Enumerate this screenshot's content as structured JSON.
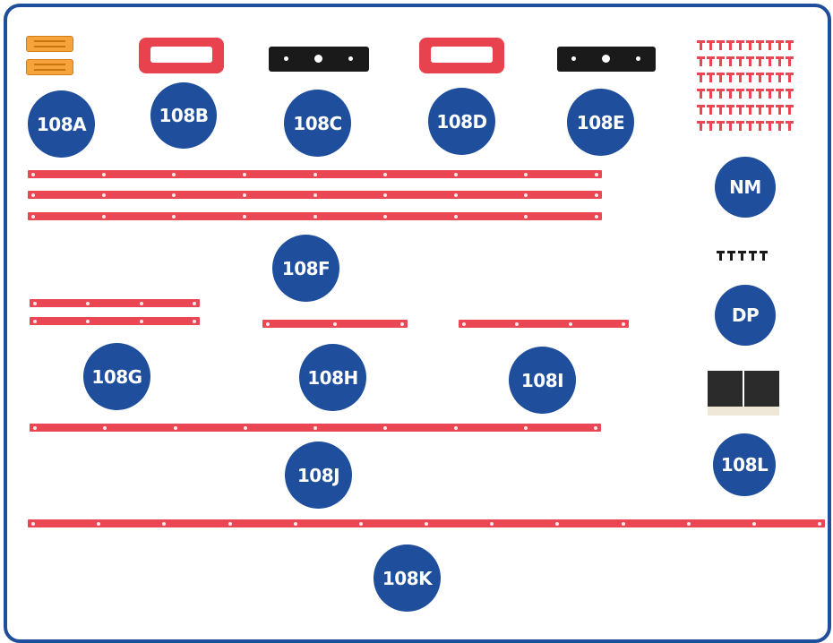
{
  "parts": [
    {
      "id": "108a",
      "label": "108A",
      "description": "orange connector pair"
    },
    {
      "id": "108b",
      "label": "108B",
      "description": "red clip"
    },
    {
      "id": "108c",
      "label": "108C",
      "description": "black plate"
    },
    {
      "id": "108d",
      "label": "108D",
      "description": "red clip"
    },
    {
      "id": "108e",
      "label": "108E",
      "description": "black plate"
    },
    {
      "id": "nm",
      "label": "NM",
      "description": "red screws"
    },
    {
      "id": "108f",
      "label": "108F",
      "description": "long red strips x3"
    },
    {
      "id": "dp",
      "label": "DP",
      "description": "black screws"
    },
    {
      "id": "108g",
      "label": "108G",
      "description": "short red strips x2"
    },
    {
      "id": "108h",
      "label": "108H",
      "description": "red strip"
    },
    {
      "id": "108i",
      "label": "108I",
      "description": "red strip"
    },
    {
      "id": "108l",
      "label": "108L",
      "description": "black adhesive pads"
    },
    {
      "id": "108j",
      "label": "108J",
      "description": "red strip"
    },
    {
      "id": "108k",
      "label": "108K",
      "description": "longest red strip"
    }
  ],
  "colors": {
    "frame": "#1e4e9c",
    "badge": "#1e4e9c",
    "strip": "#ea4653",
    "clip": "#e8424e",
    "plate": "#1a1a1a",
    "connector": "#f5a33a"
  },
  "counts": {
    "nm_screws": 60,
    "dp_screws": 5
  }
}
